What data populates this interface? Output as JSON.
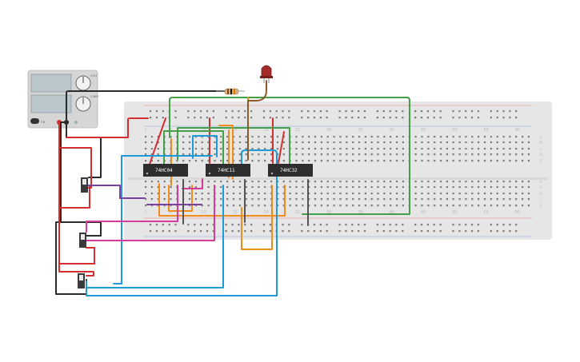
{
  "chips": [
    {
      "label": "74HC04"
    },
    {
      "label": "74HC11"
    },
    {
      "label": "74HC32"
    }
  ],
  "breadboard": {
    "column_numbers": [
      "1",
      "5",
      "10",
      "15",
      "20",
      "25",
      "30",
      "35",
      "40",
      "45",
      "50",
      "55",
      "60"
    ],
    "row_letters_right": [
      "A",
      "B",
      "C",
      "D",
      "E",
      "F",
      "G",
      "H",
      "I",
      "J"
    ]
  },
  "power_supply": {
    "knob_labels": [
      "VOLT",
      "CURR"
    ],
    "toggle_label": "ON"
  },
  "colors": {
    "wire_red": "#d32f2f",
    "wire_black": "#2b2b2b",
    "wire_green": "#43a047",
    "wire_orange": "#ef8c1c",
    "wire_blue": "#1e9bd7",
    "wire_magenta": "#d63a9a",
    "wire_purple": "#7b3fa0",
    "wire_brown": "#8d5a2b",
    "wire_gray": "#555555",
    "breadboard": "#e6e6e6",
    "chip": "#2e2e2e",
    "led": "#a52a2a"
  }
}
